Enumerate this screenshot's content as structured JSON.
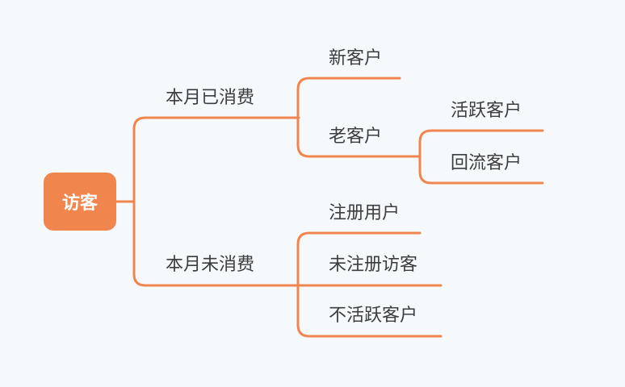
{
  "diagram": {
    "root": {
      "label": "访客"
    },
    "branches": [
      {
        "label": "本月已消费",
        "children": [
          {
            "label": "新客户"
          },
          {
            "label": "老客户",
            "children": [
              {
                "label": "活跃客户"
              },
              {
                "label": "回流客户"
              }
            ]
          }
        ]
      },
      {
        "label": "本月未消费",
        "children": [
          {
            "label": "注册用户"
          },
          {
            "label": "未注册访客"
          },
          {
            "label": "不活跃客户"
          }
        ]
      }
    ],
    "colors": {
      "accent": "#f0864e",
      "line": "#f0864e",
      "text": "#3d3d3d",
      "background": "#f5f9fc"
    }
  }
}
